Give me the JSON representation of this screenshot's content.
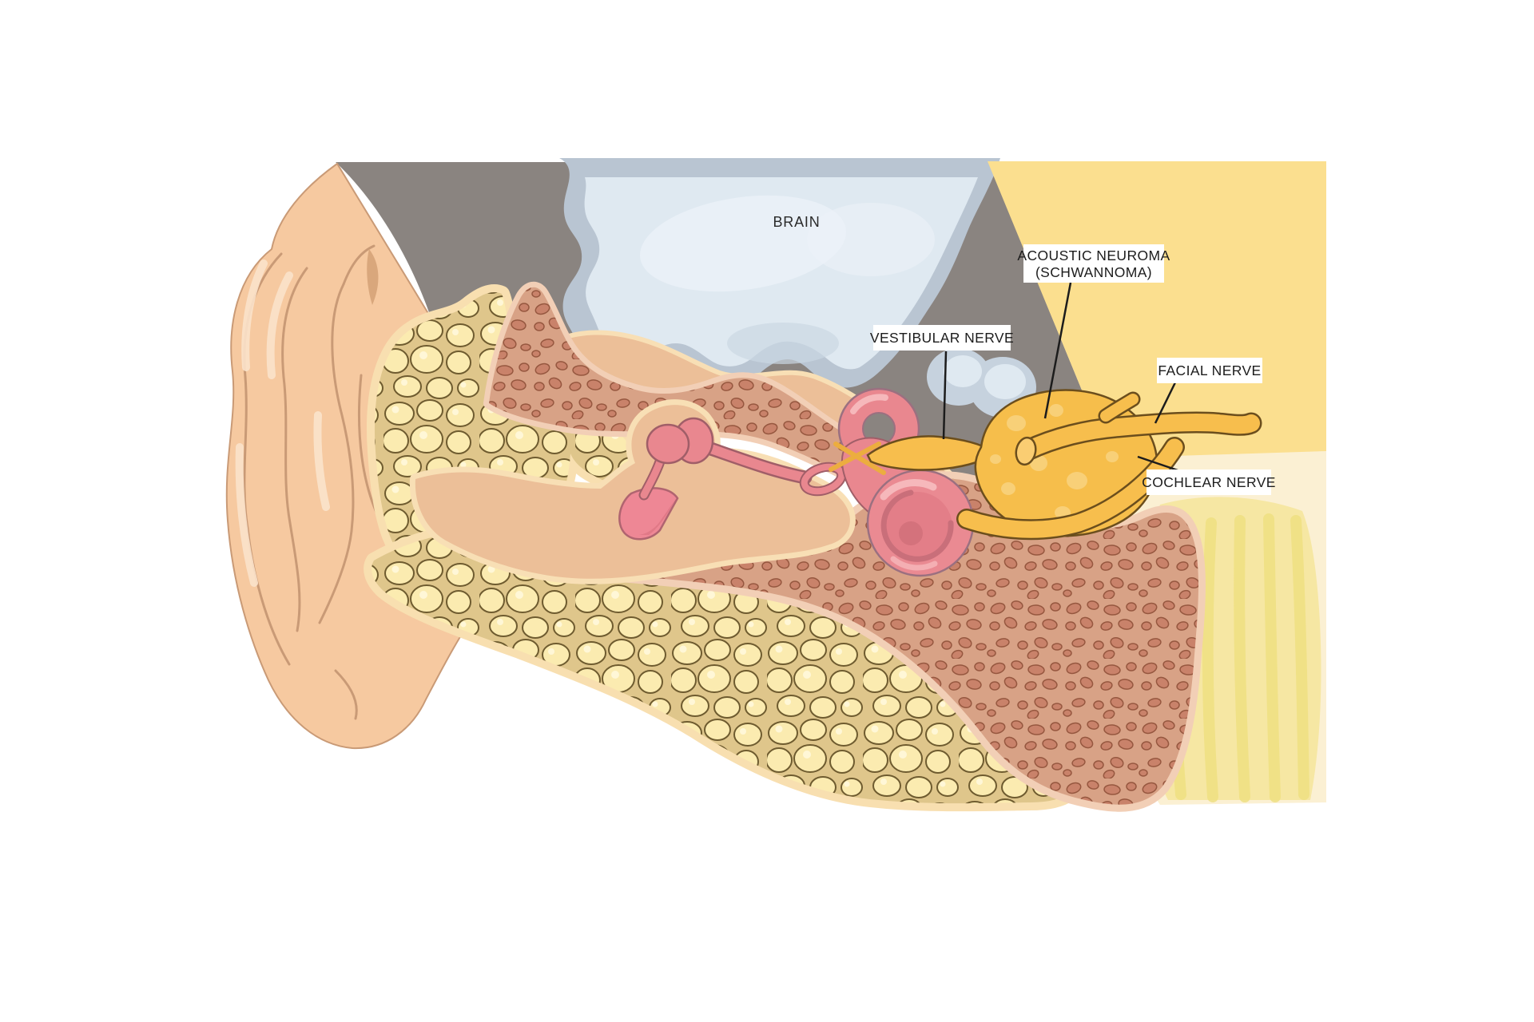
{
  "labels": {
    "brain": {
      "text": "BRAIN"
    },
    "acoustic_neuroma": {
      "line1": "ACOUSTIC NEUROMA",
      "line2": "(SCHWANNOMA)"
    },
    "vestibular_nerve": {
      "text": "VESTIBULAR NERVE"
    },
    "facial_nerve": {
      "text": "FACIAL NERVE"
    },
    "cochlear_nerve": {
      "text": "COCHLEAR NERVE"
    }
  },
  "colors": {
    "background": "#ffffff",
    "head_silhouette": "#8a8480",
    "brain_fill": "#dfe9f1",
    "brain_rim": "#b9c5d2",
    "brain_lobe": "#c6d2de",
    "skin": "#f6c9a0",
    "skin_line": "#c99a76",
    "skin_highlight": "#fbe3cb",
    "bone_cell": "#fbebb0",
    "bone_mortar": "#dfc68b",
    "bone_rim": "#f8dfb0",
    "petrous_fill": "#d8a286",
    "petrous_spot": "#c9826a",
    "petrous_rim": "#f2cfb6",
    "cavity": "#ecbf98",
    "cavity_rim": "#f8dfb5",
    "inner_ear_pink": "#e9878f",
    "pink_dark": "#d4727c",
    "pink_outline": "#a05e68",
    "eardrum": "#ee8795",
    "nerve_yellow": "#f7be4d",
    "nerve_outline": "#6b4e1d",
    "nerve_cut_face": "#facd72",
    "tumor": "#f6be4b",
    "tumor_texture": "#f9d27d",
    "right_yellow": "#fbdf8f",
    "right_cream": "#fbf0d3",
    "trunk": "#f6e7a3",
    "trunk_stripe": "#efe082",
    "label_box": "#ffffff",
    "label_text": "#1c1c1c",
    "leader_line": "#1c1c1c"
  }
}
